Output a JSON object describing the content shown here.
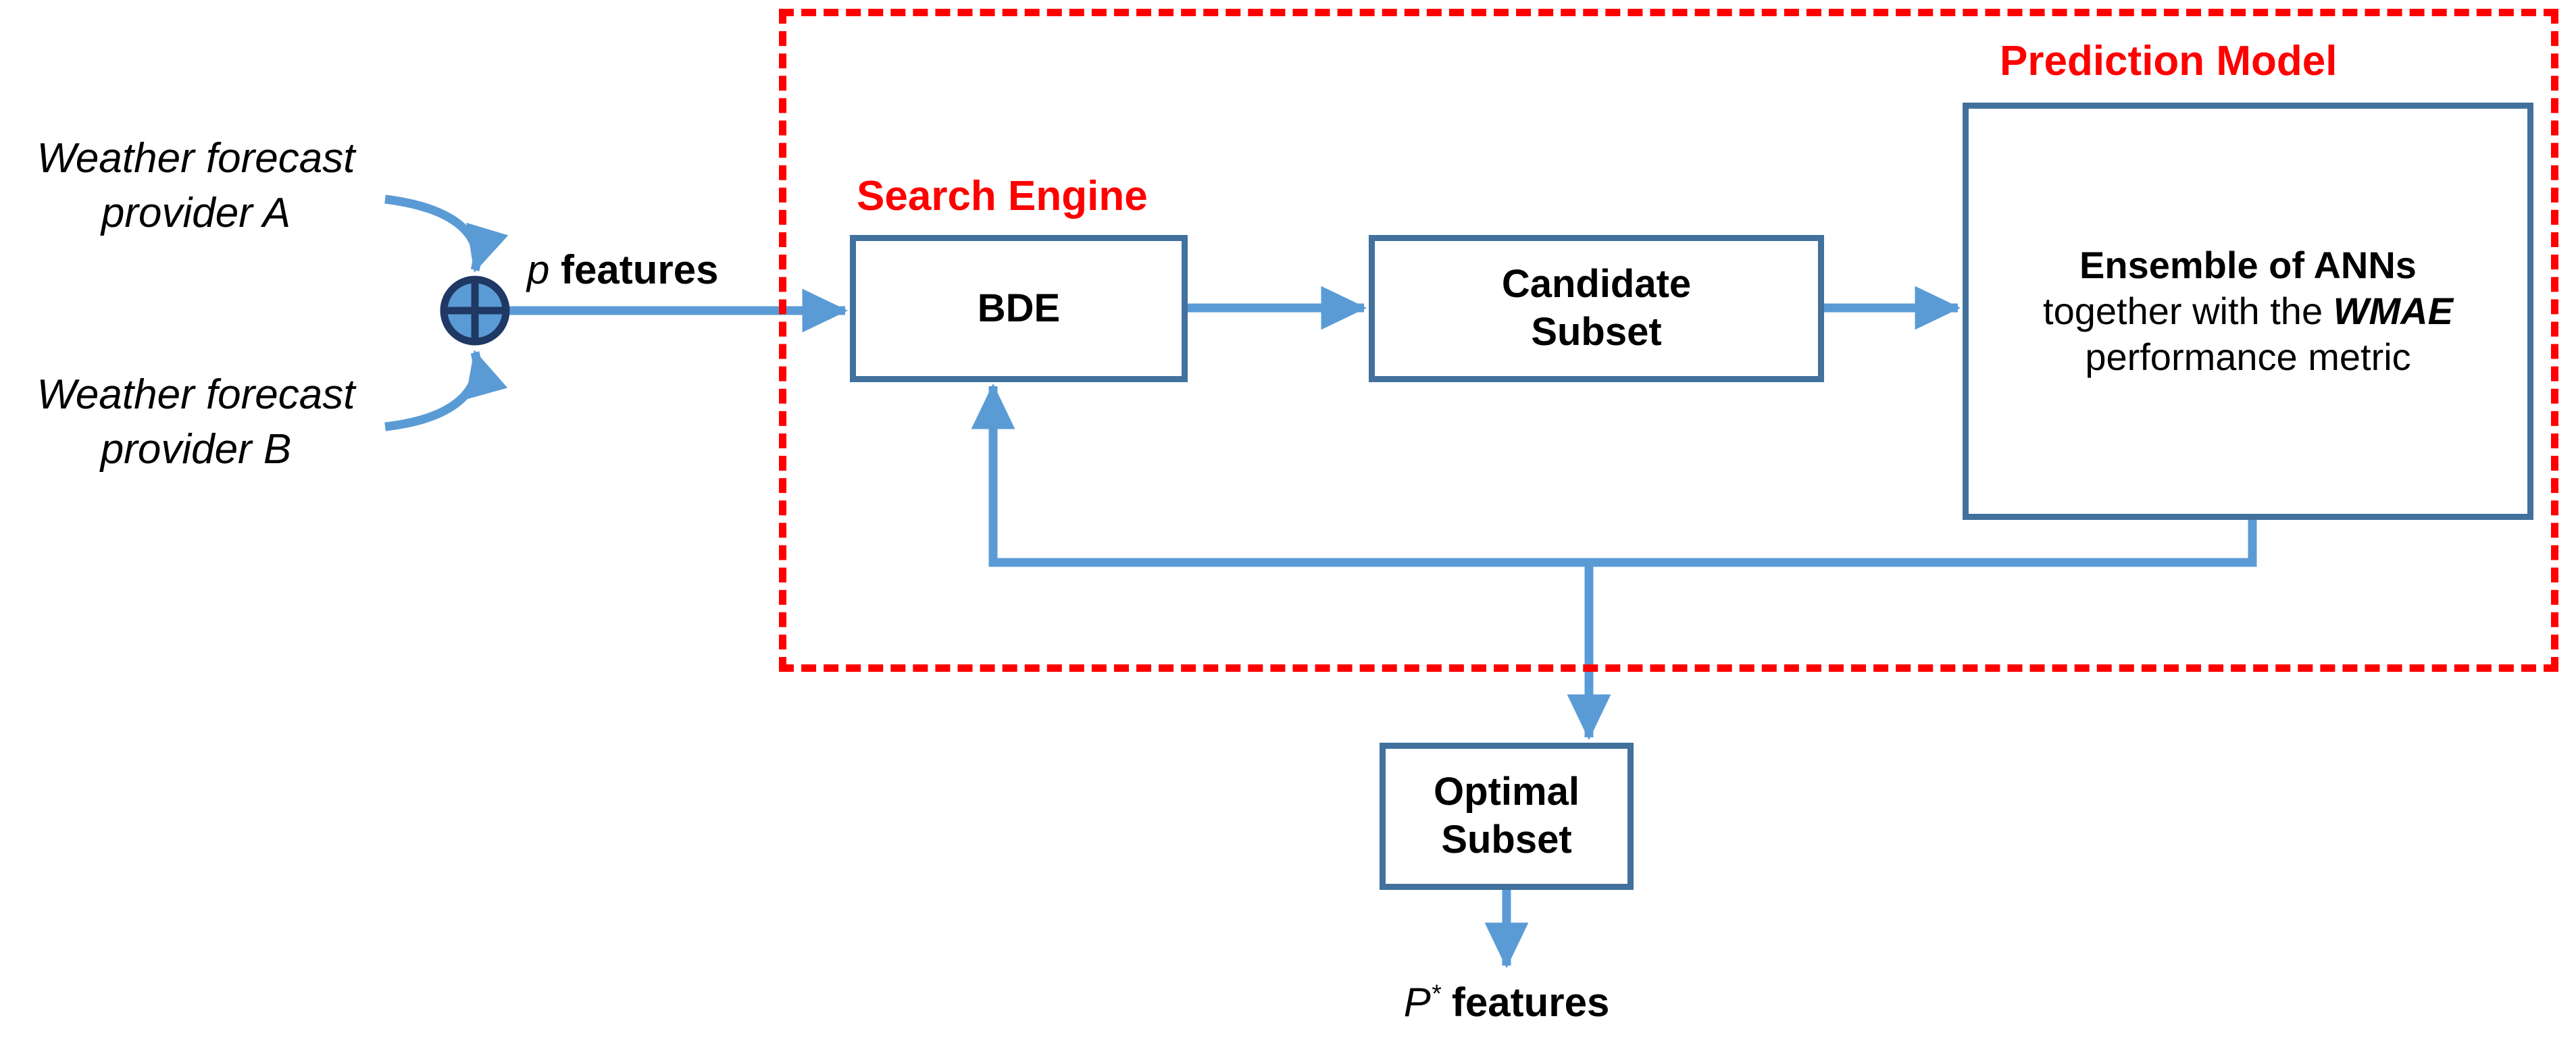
{
  "diagram": {
    "title": "Wrapper feature-selection scheme with BDE search engine and ANN-ensemble prediction model",
    "colors": {
      "box_border": "#41719C",
      "arrow": "#5B9BD5",
      "dashed_region": "#FF0000",
      "section_title": "#FF0000",
      "sum_node_fill": "#5B9BD5",
      "sum_node_stroke": "#1F3864",
      "background": "#FFFFFF",
      "text": "#000000"
    }
  },
  "sources": {
    "provider_a": "Weather forecast\nprovider A",
    "provider_a_line1": "Weather forecast",
    "provider_a_line2": "provider A",
    "provider_b_line1": "Weather forecast",
    "provider_b_line2": "provider B"
  },
  "sum_node": {
    "name": "summation-junction",
    "glyph": "crossed-circle"
  },
  "edge_labels": {
    "p_features_symbol": "p",
    "p_features_word": "features",
    "p_star_symbol": "P",
    "p_star_superscript": "*",
    "p_star_word": "features"
  },
  "regions": {
    "search_engine_title": "Search Engine",
    "prediction_model_title": "Prediction Model"
  },
  "nodes": {
    "bde": "BDE",
    "candidate_subset_line1": "Candidate",
    "candidate_subset_line2": "Subset",
    "prediction_model_line1": "Ensemble of ANNs",
    "prediction_model_line2_plain": "together with the ",
    "prediction_model_line2_emph": "WMAE",
    "prediction_model_line3": "performance metric",
    "optimal_subset": "Optimal Subset"
  },
  "flow": [
    {
      "from": "provider-a",
      "to": "summation-junction"
    },
    {
      "from": "provider-b",
      "to": "summation-junction"
    },
    {
      "from": "summation-junction",
      "to": "bde",
      "label": "p features"
    },
    {
      "from": "bde",
      "to": "candidate-subset"
    },
    {
      "from": "candidate-subset",
      "to": "prediction-model"
    },
    {
      "from": "prediction-model",
      "to": "bde",
      "kind": "feedback"
    },
    {
      "from": "prediction-model",
      "to": "optimal-subset"
    },
    {
      "from": "optimal-subset",
      "to": "output",
      "label": "P* features"
    }
  ]
}
